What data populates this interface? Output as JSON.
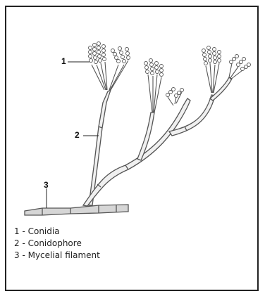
{
  "figure": {
    "labels": [
      {
        "id": "1",
        "text": "1"
      },
      {
        "id": "2",
        "text": "2"
      },
      {
        "id": "3",
        "text": "3"
      }
    ],
    "legend": [
      {
        "text": "1 - Conidia"
      },
      {
        "text": "2 - Conidophore"
      },
      {
        "text": "3 - Mycelial filament"
      }
    ],
    "colors": {
      "line": "#555555",
      "fill": "#d8d8d8",
      "text": "#222222"
    }
  }
}
